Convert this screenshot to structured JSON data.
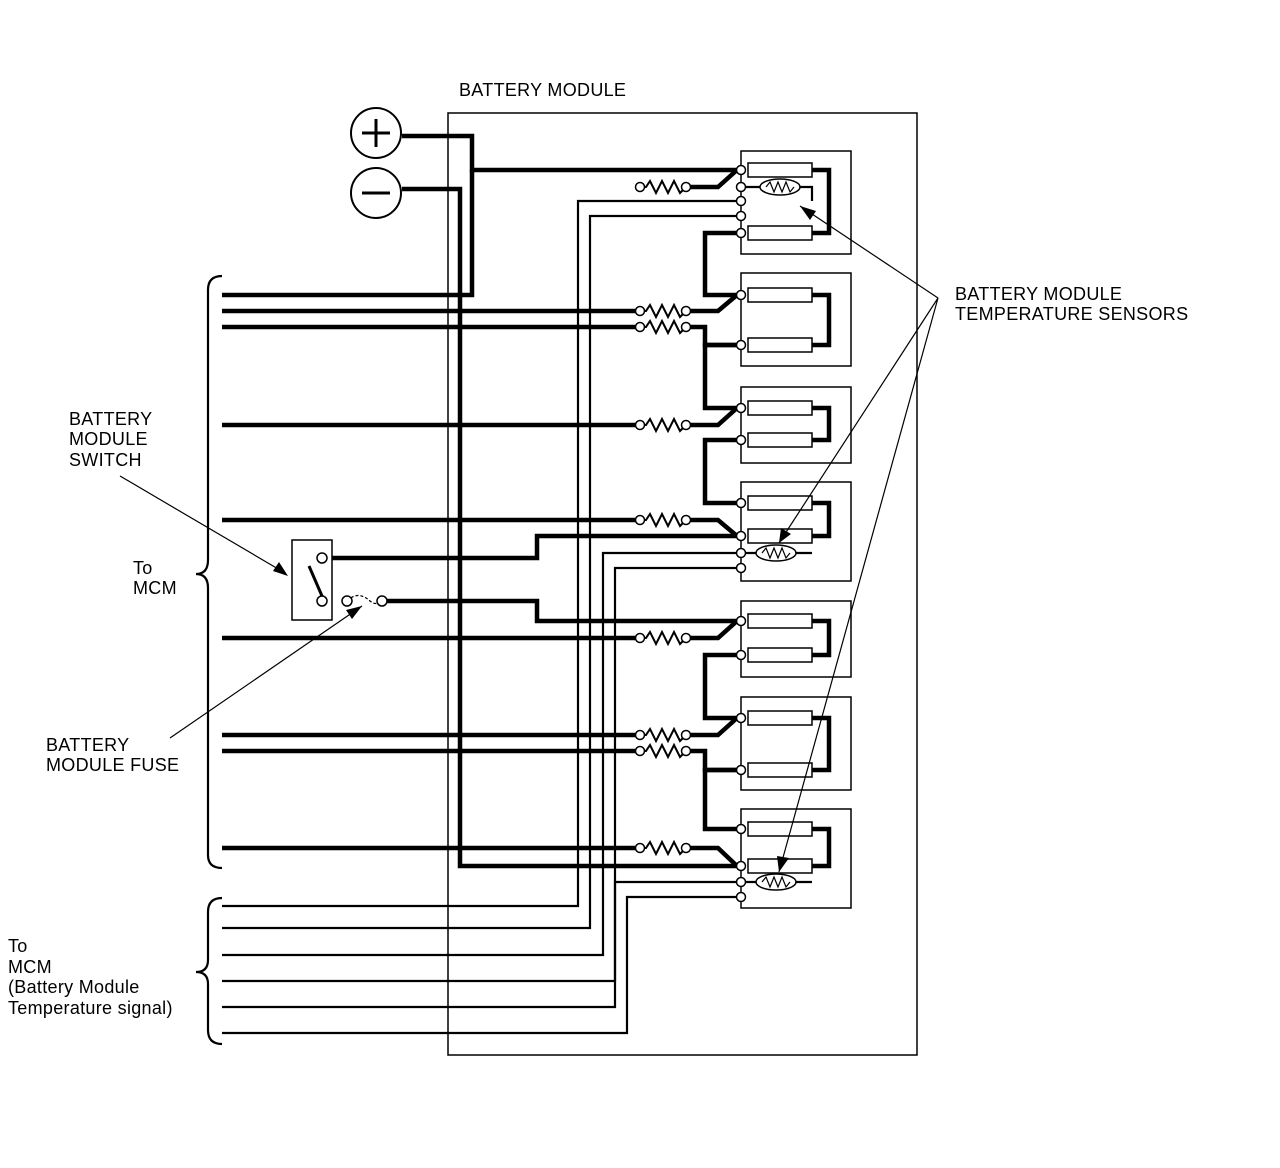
{
  "labels": {
    "battery_module_title": "BATTERY MODULE",
    "temp_sensors_line1": "BATTERY MODULE",
    "temp_sensors_line2": "TEMPERATURE SENSORS",
    "switch_line1": "BATTERY",
    "switch_line2": "MODULE",
    "switch_line3": "SWITCH",
    "to_mcm_line1": "To",
    "to_mcm_line2": "MCM",
    "fuse_line1": "BATTERY",
    "fuse_line2": "MODULE FUSE",
    "temp_signal_line1": "To",
    "temp_signal_line2": "MCM",
    "temp_signal_line3": "(Battery Module",
    "temp_signal_line4": "Temperature signal)"
  },
  "terminals": {
    "positive_icon": "plus-terminal-icon",
    "negative_icon": "minus-terminal-icon"
  },
  "colors": {
    "line": "#000000",
    "background": "#ffffff"
  }
}
